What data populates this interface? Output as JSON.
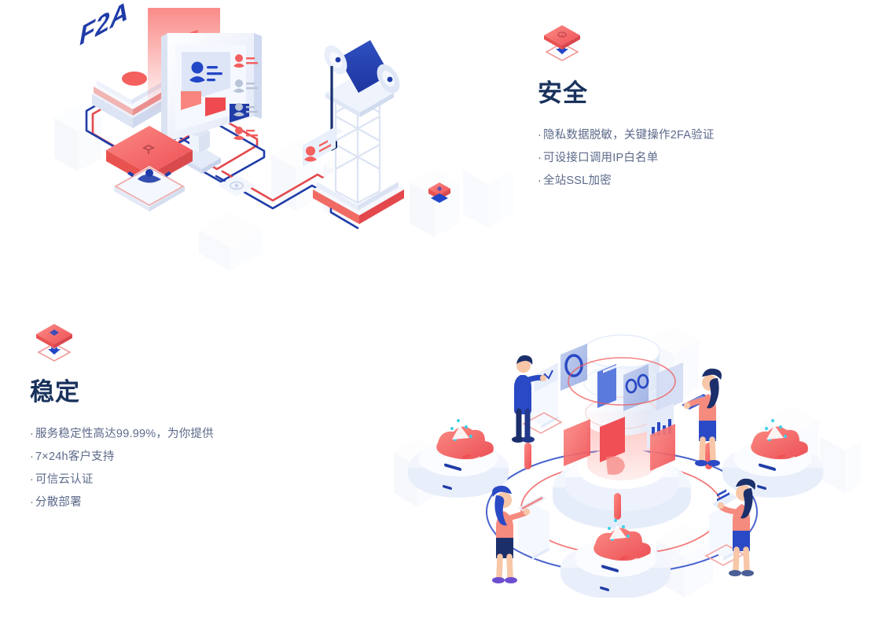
{
  "page": {
    "background_color": "#ffffff",
    "heading_color": "#19325c",
    "body_text_color": "#5c6a8a",
    "accent_red": "#f05a5a",
    "accent_blue": "#2a49c4"
  },
  "sections": [
    {
      "id": "security",
      "icon_name": "iso-stack-download-icon",
      "title": "安全",
      "bullets": [
        "隐私数据脱敏，关键操作2FA验证",
        "可设接口调用IP白名单",
        "全站SSL加密"
      ],
      "illustration": {
        "name": "security-illustration",
        "label": "F2A",
        "alt": "isometric 2FA security scene with monitor, scanner card and crane"
      }
    },
    {
      "id": "stability",
      "icon_name": "iso-stack-download-icon",
      "title": "稳定",
      "bullets": [
        "服务稳定性高达99.99%，为你提供",
        "7×24h客户支持",
        "可信云认证",
        "分散部署"
      ],
      "illustration": {
        "name": "stability-illustration",
        "label": "",
        "alt": "isometric data tower with orbit rings, four people and cloud nodes"
      }
    }
  ]
}
